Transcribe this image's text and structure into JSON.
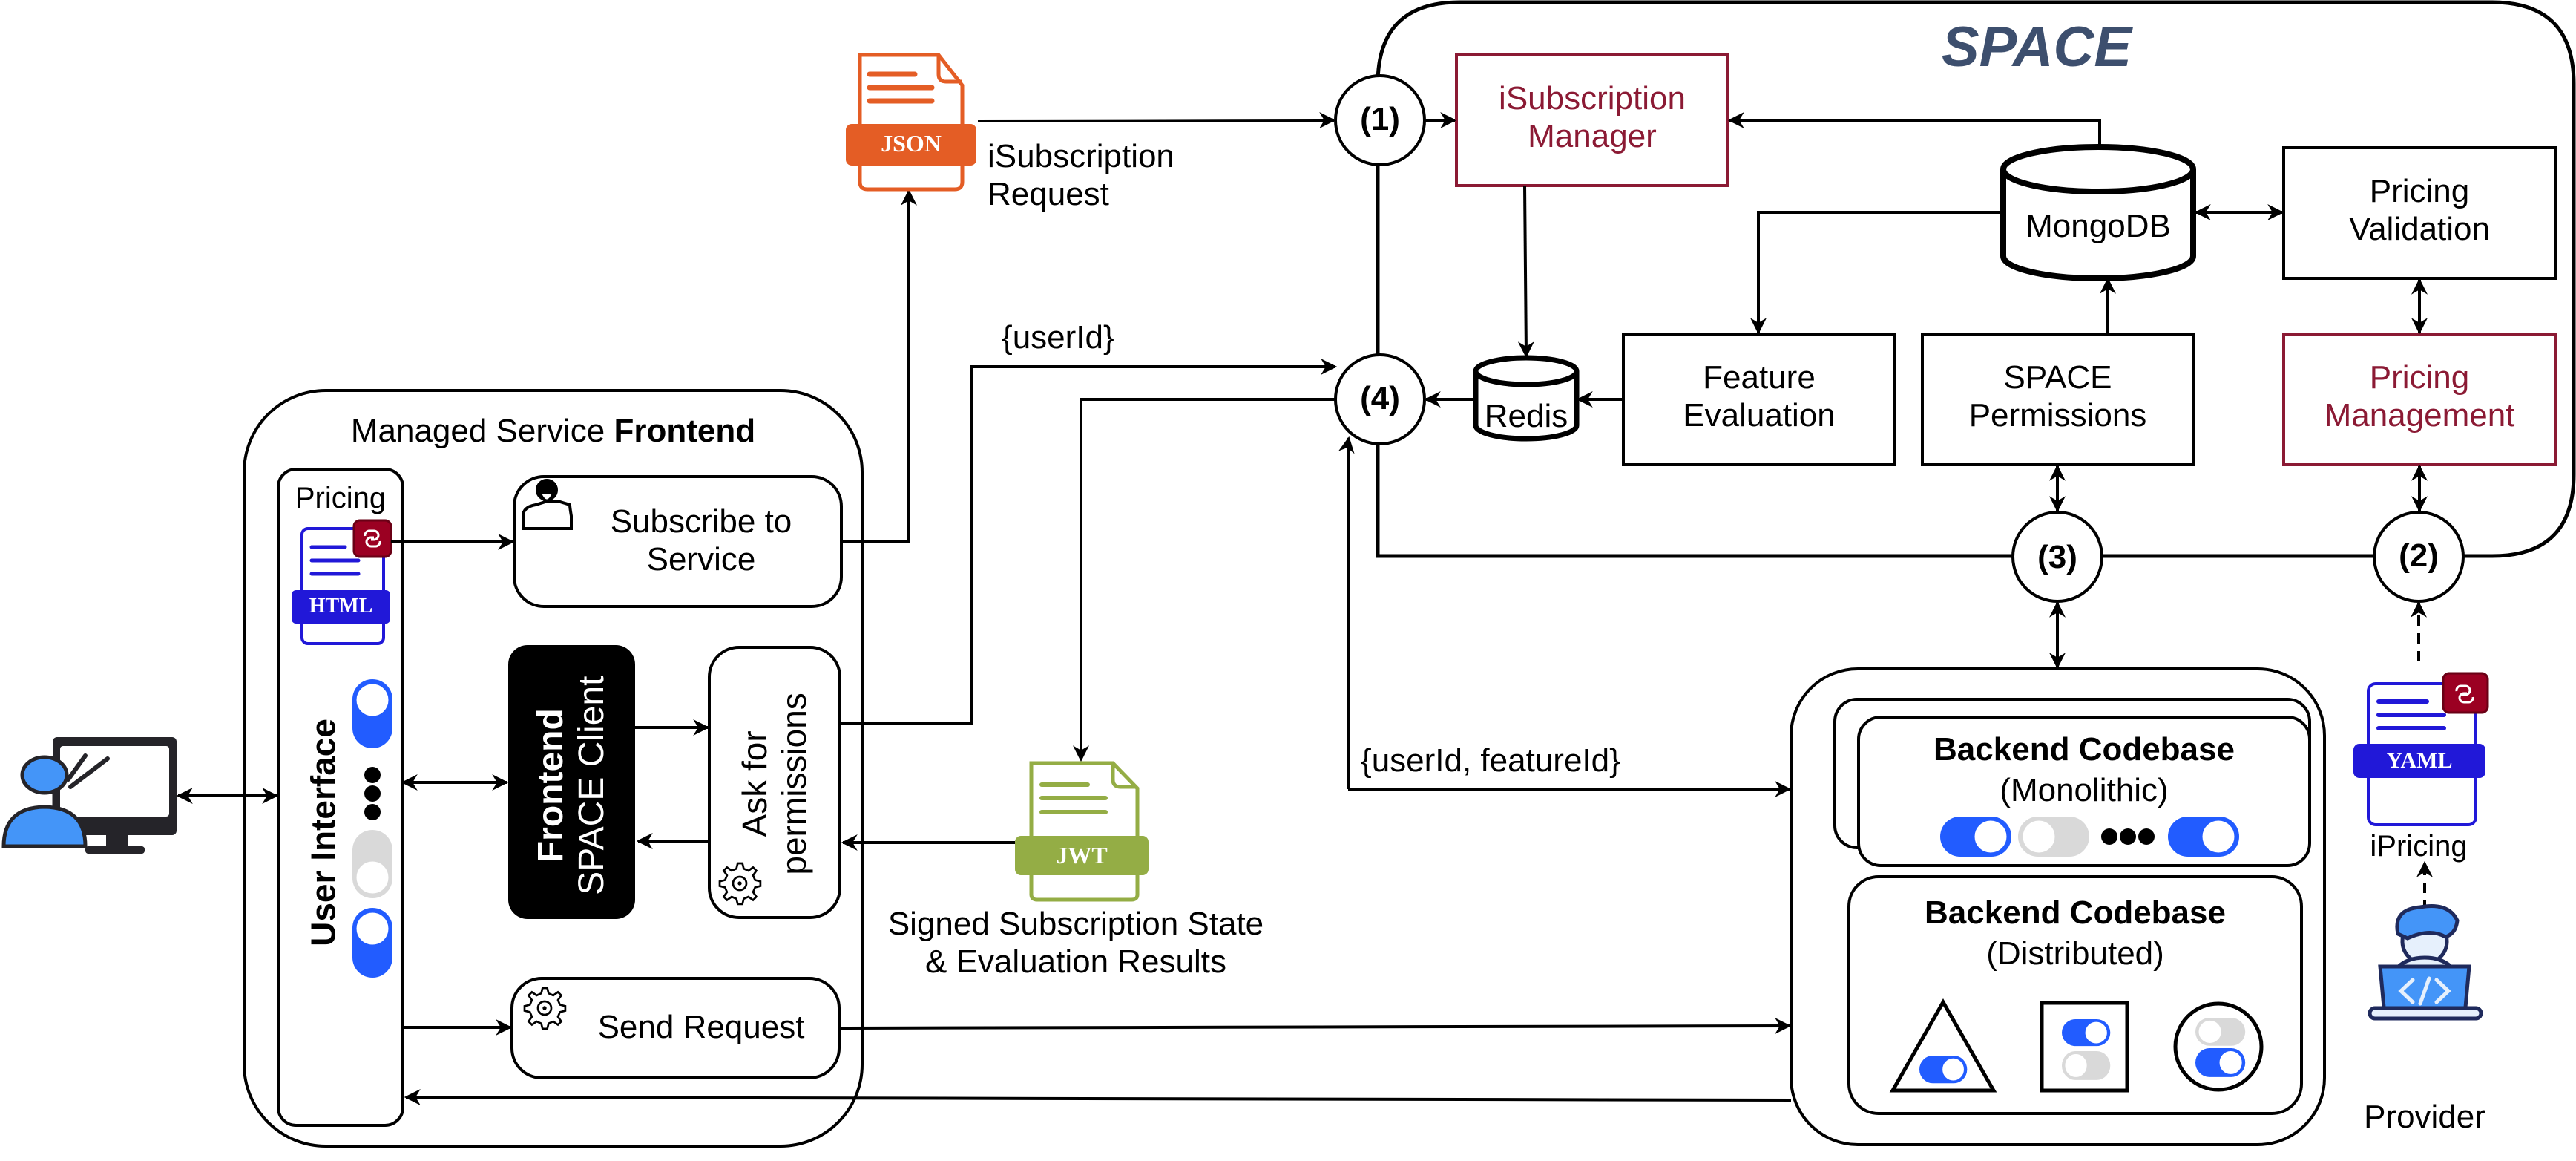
{
  "space": {
    "title": "SPACE",
    "title_color": "#3d4f6e",
    "isubscription_manager": [
      "iSubscription",
      "Manager"
    ],
    "mongodb": "MongoDB",
    "redis": "Redis",
    "pricing_validation": [
      "Pricing",
      "Validation"
    ],
    "feature_evaluation": [
      "Feature",
      "Evaluation"
    ],
    "space_permissions": [
      "SPACE",
      "Permissions"
    ],
    "pricing_management": [
      "Pricing",
      "Management"
    ],
    "steps": [
      "(1)",
      "(2)",
      "(3)",
      "(4)"
    ]
  },
  "frontend": {
    "title_regular": "Managed Service ",
    "title_bold": "Frontend",
    "pricing_label": "Pricing",
    "html_badge": "HTML",
    "user_interface": "User Interface",
    "subscribe": [
      "Subscribe to",
      "Service"
    ],
    "client_bold": "Frontend",
    "client_regular": "SPACE Client",
    "ask": [
      "Ask for",
      "permissions"
    ],
    "send_request": "Send Request"
  },
  "messages": {
    "json_badge": "JSON",
    "isubscription_request": [
      "iSubscription",
      "Request"
    ],
    "user_id": "{userId}",
    "user_feature_id": "{userId, featureId}",
    "jwt_badge": "JWT",
    "signed_state": [
      "Signed Subscription State",
      "& Evaluation Results"
    ]
  },
  "backend": {
    "monolithic_title": "Backend Codebase",
    "monolithic_sub": "(Monolithic)",
    "distributed_title": "Backend Codebase",
    "distributed_sub": "(Distributed)"
  },
  "provider": {
    "yaml_badge": "YAML",
    "ipricing": "iPricing",
    "label": "Provider"
  },
  "colors": {
    "accent_red": "#8b1a34",
    "toggle_on": "#225cff",
    "toggle_off": "#d9d9d9",
    "json": "#e45d25",
    "jwt": "#94ad45",
    "doc_blue": "#2118d8",
    "badge_red": "#9b0022",
    "person_blue": "#4495f8"
  }
}
